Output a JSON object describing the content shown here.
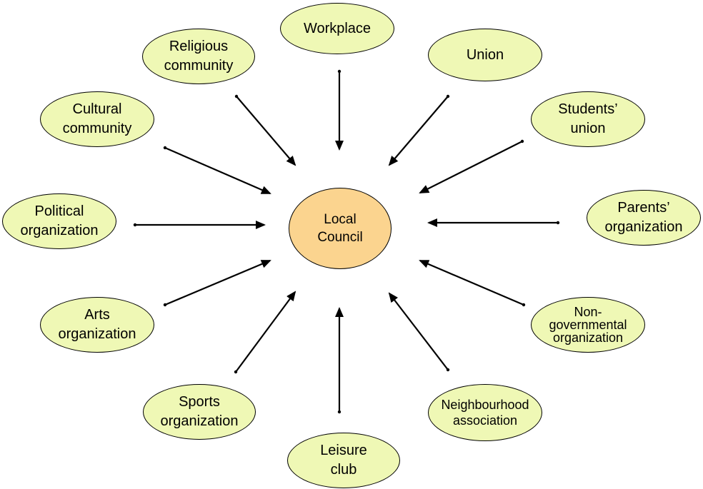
{
  "colors": {
    "peripheral_fill": "#eff8b5",
    "center_fill": "#fbd48f",
    "stroke": "#000000"
  },
  "diagram": {
    "center": {
      "line1": "Local",
      "line2": "Council"
    },
    "nodes": {
      "workplace": {
        "line1": "Workplace"
      },
      "union": {
        "line1": "Union"
      },
      "religious": {
        "line1": "Religious",
        "line2": "community"
      },
      "cultural": {
        "line1": "Cultural",
        "line2": "community"
      },
      "students": {
        "line1": "Students’",
        "line2": "union"
      },
      "political": {
        "line1": "Political",
        "line2": "organization"
      },
      "parents": {
        "line1": "Parents’",
        "line2": "organization"
      },
      "arts": {
        "line1": "Arts",
        "line2": "organization"
      },
      "ngo": {
        "line1": "Non-",
        "line2": "governmental",
        "line3": "organization"
      },
      "sports": {
        "line1": "Sports",
        "line2": "organization"
      },
      "neighbourhood": {
        "line1": "Neighbourhood",
        "line2": "association"
      },
      "leisure": {
        "line1": "Leisure",
        "line2": "club"
      }
    }
  }
}
